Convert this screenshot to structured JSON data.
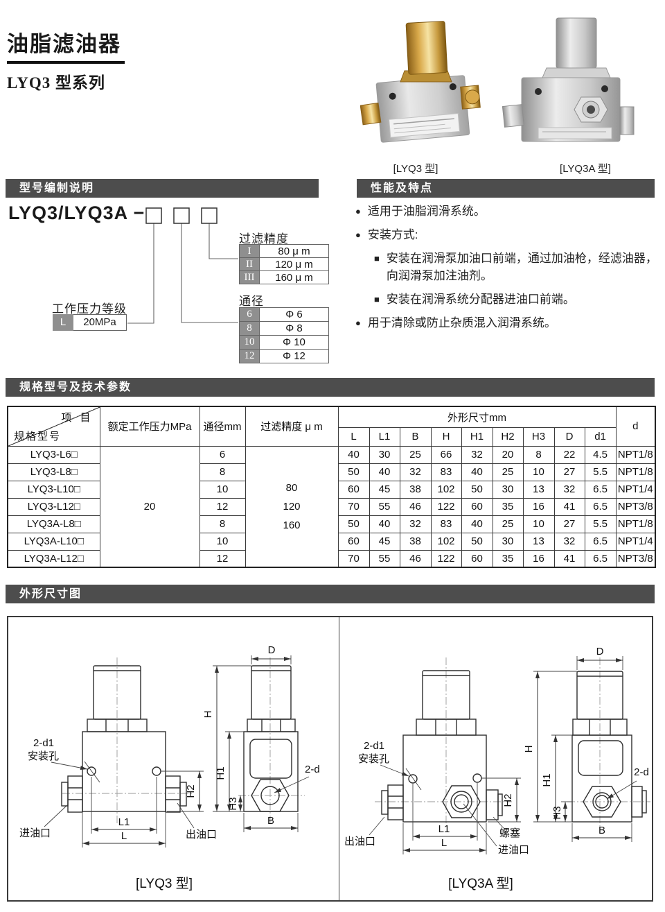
{
  "page": {
    "title": "油脂滤油器",
    "subtitle": "LYQ3 型系列"
  },
  "photos": {
    "left_caption": "[LYQ3 型]",
    "right_caption": "[LYQ3A 型]"
  },
  "section_bars": {
    "model_designation": "型号编制说明",
    "features": "性能及特点",
    "specs": "规格型号及技术参数",
    "dimensions": "外形尺寸图"
  },
  "model_designation": {
    "model_code": "LYQ3/LYQ3A",
    "separator": "−",
    "filtration": {
      "label": "过滤精度",
      "rows": [
        {
          "key": "I",
          "value": "80 μ m"
        },
        {
          "key": "II",
          "value": "120 μ m"
        },
        {
          "key": "III",
          "value": "160 μ m"
        }
      ]
    },
    "diameter": {
      "label": "通径",
      "rows": [
        {
          "key": "6",
          "value": "Φ 6"
        },
        {
          "key": "8",
          "value": "Φ 8"
        },
        {
          "key": "10",
          "value": "Φ 10"
        },
        {
          "key": "12",
          "value": "Φ 12"
        }
      ]
    },
    "pressure": {
      "label": "工作压力等级",
      "key": "L",
      "value": "20MPa"
    }
  },
  "features": {
    "items": [
      {
        "marker": "●",
        "text": "适用于油脂润滑系统。"
      },
      {
        "marker": "●",
        "text": "安装方式:"
      },
      {
        "marker": "■",
        "text": "安装在润滑泵加油口前端，通过加油枪，经滤油器，向润滑泵加注油剂。"
      },
      {
        "marker": "■",
        "text": "安装在润滑系统分配器进油口前端。"
      },
      {
        "marker": "●",
        "text": "用于清除或防止杂质混入润滑系统。"
      }
    ]
  },
  "spec_table": {
    "corner": {
      "top": "项 目",
      "bottom": "规格型号"
    },
    "columns": {
      "pressure": "额定工作压力MPa",
      "diameter": "通径mm",
      "filtration": "过滤精度 μ m",
      "dims_group": "外形尺寸mm",
      "d": "d"
    },
    "dim_headers": [
      "L",
      "L1",
      "B",
      "H",
      "H1",
      "H2",
      "H3",
      "D",
      "d1"
    ],
    "merged": {
      "pressure": "20",
      "filtration": [
        "80",
        "120",
        "160"
      ]
    },
    "rows": [
      {
        "model": "LYQ3-L6□",
        "dn": "6",
        "L": "40",
        "L1": "30",
        "B": "25",
        "H": "66",
        "H1": "32",
        "H2": "20",
        "H3": "8",
        "D": "22",
        "d1": "4.5",
        "d": "NPT1/8"
      },
      {
        "model": "LYQ3-L8□",
        "dn": "8",
        "L": "50",
        "L1": "40",
        "B": "32",
        "H": "83",
        "H1": "40",
        "H2": "25",
        "H3": "10",
        "D": "27",
        "d1": "5.5",
        "d": "NPT1/8"
      },
      {
        "model": "LYQ3-L10□",
        "dn": "10",
        "L": "60",
        "L1": "45",
        "B": "38",
        "H": "102",
        "H1": "50",
        "H2": "30",
        "H3": "13",
        "D": "32",
        "d1": "6.5",
        "d": "NPT1/4"
      },
      {
        "model": "LYQ3-L12□",
        "dn": "12",
        "L": "70",
        "L1": "55",
        "B": "46",
        "H": "122",
        "H1": "60",
        "H2": "35",
        "H3": "16",
        "D": "41",
        "d1": "6.5",
        "d": "NPT3/8"
      },
      {
        "model": "LYQ3A-L8□",
        "dn": "8",
        "L": "50",
        "L1": "40",
        "B": "32",
        "H": "83",
        "H1": "40",
        "H2": "25",
        "H3": "10",
        "D": "27",
        "d1": "5.5",
        "d": "NPT1/8"
      },
      {
        "model": "LYQ3A-L10□",
        "dn": "10",
        "L": "60",
        "L1": "45",
        "B": "38",
        "H": "102",
        "H1": "50",
        "H2": "30",
        "H3": "13",
        "D": "32",
        "d1": "6.5",
        "d": "NPT1/4"
      },
      {
        "model": "LYQ3A-L12□",
        "dn": "12",
        "L": "70",
        "L1": "55",
        "B": "46",
        "H": "122",
        "H1": "60",
        "H2": "35",
        "H3": "16",
        "D": "41",
        "d1": "6.5",
        "d": "NPT3/8"
      }
    ]
  },
  "drawings": {
    "left": {
      "caption": "[LYQ3 型]",
      "labels": {
        "holes_dim": "2-d1",
        "holes_name": "安装孔",
        "inlet": "进油口",
        "outlet": "出油口",
        "port_dim": "2-d",
        "L": "L",
        "L1": "L1",
        "B": "B",
        "H": "H",
        "H1": "H1",
        "H2": "H2",
        "H3": "H3",
        "D": "D"
      }
    },
    "right": {
      "caption": "[LYQ3A 型]",
      "labels": {
        "holes_dim": "2-d1",
        "holes_name": "安装孔",
        "inlet": "进油口",
        "outlet": "出油口",
        "plug": "螺塞",
        "port_dim": "2-d",
        "L": "L",
        "L1": "L1",
        "B": "B",
        "H": "H",
        "H1": "H1",
        "H2": "H2",
        "H3": "H3",
        "D": "D"
      }
    }
  },
  "colors": {
    "bar_bg": "#4d4d4d",
    "gray_cell": "#8f8f8f",
    "brass": "#d9a94a",
    "silver": "#d6d6d6"
  }
}
